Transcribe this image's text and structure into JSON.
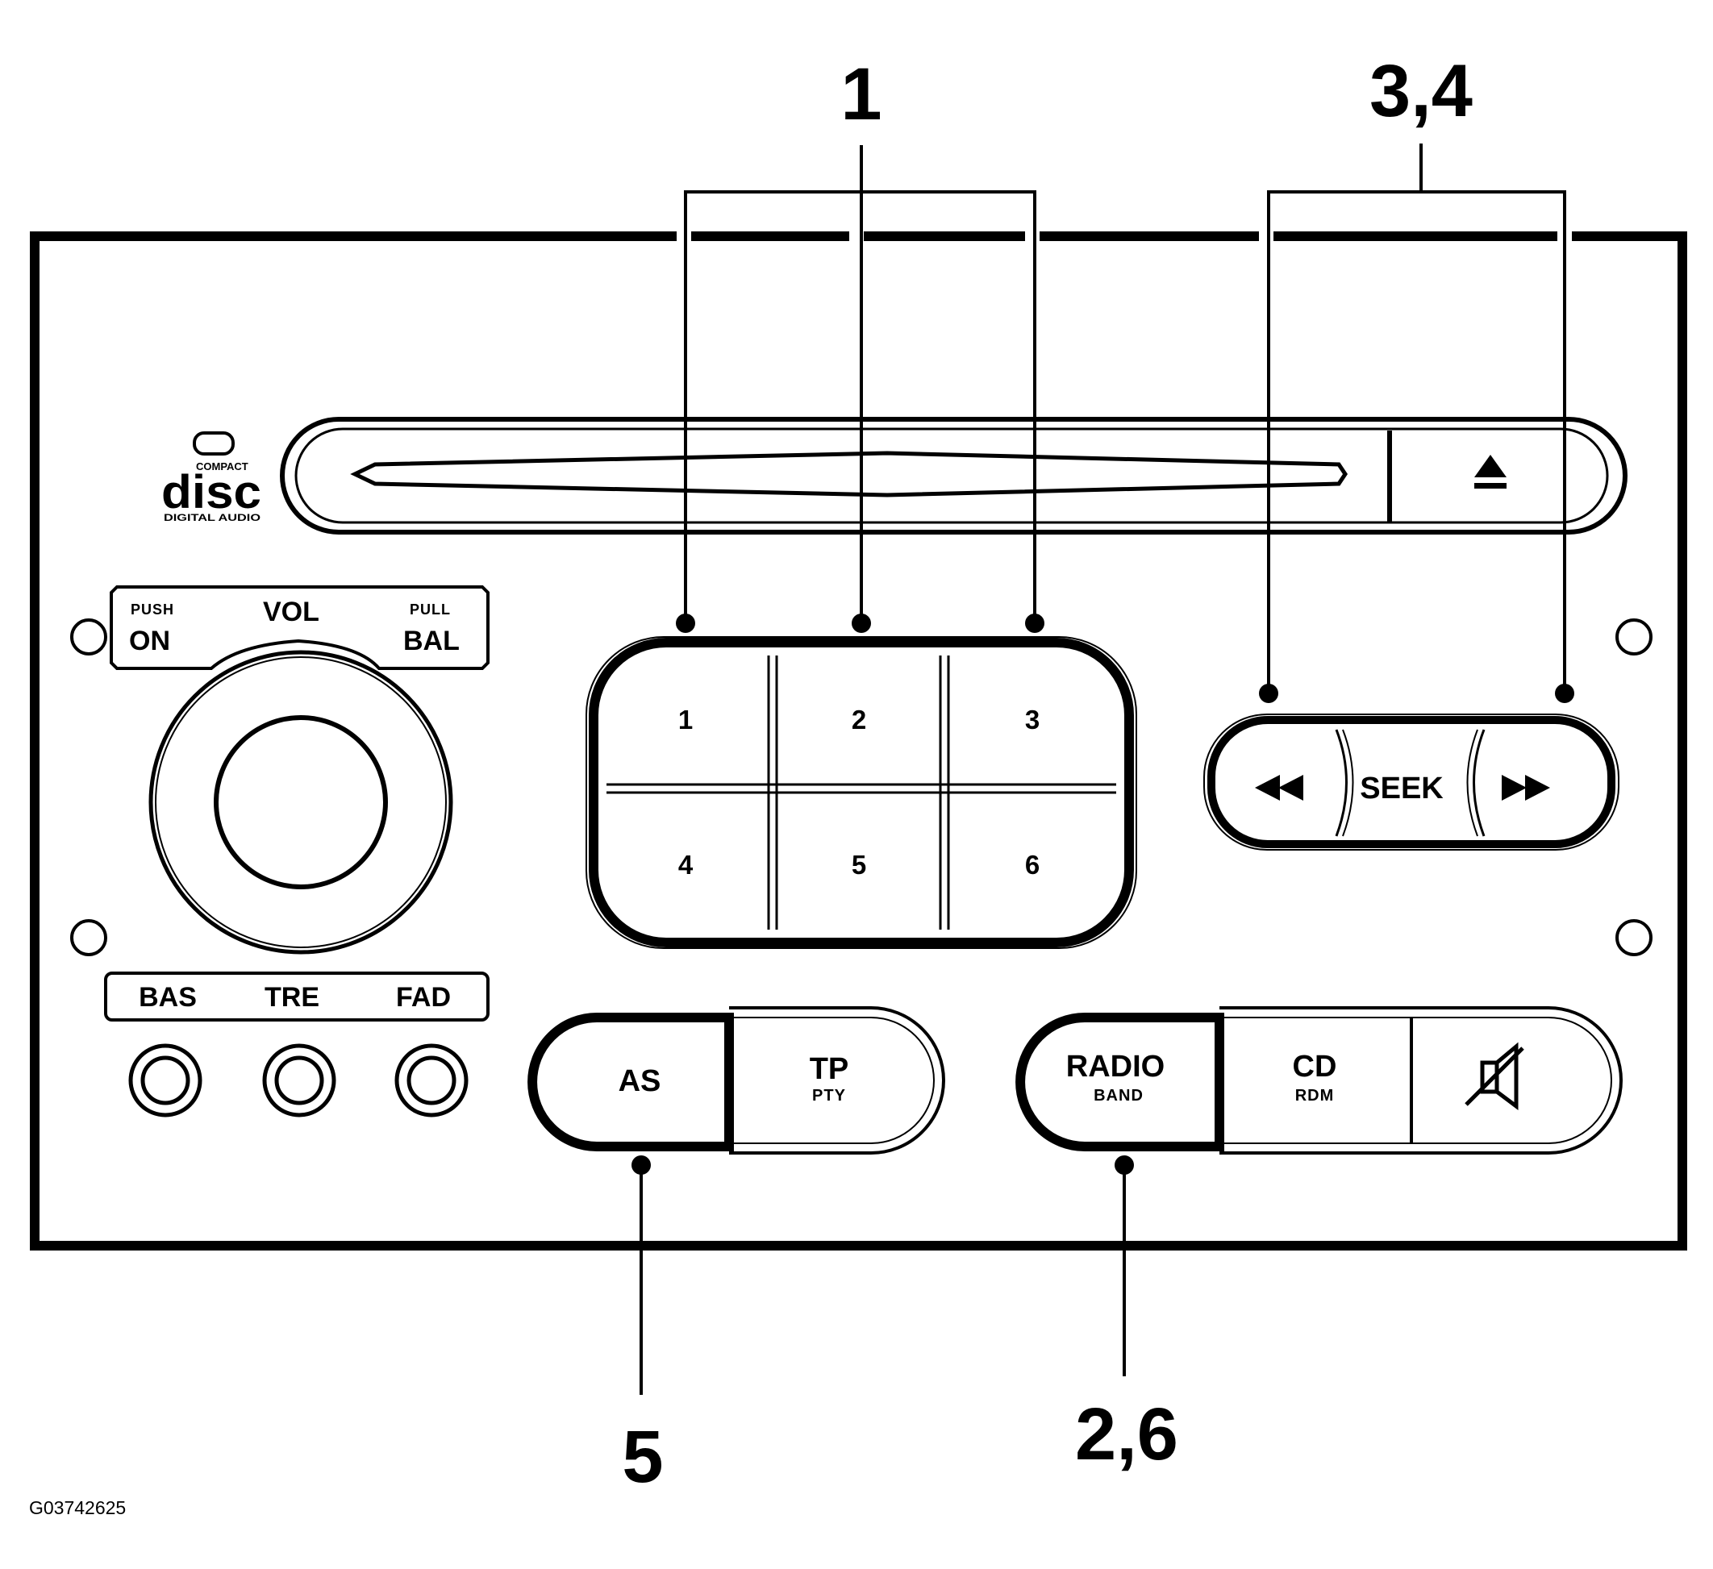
{
  "callouts": {
    "presets": "1",
    "seek": "3,4",
    "as": "5",
    "radio": "2,6"
  },
  "cd_logo": {
    "top": "COMPACT",
    "main": "disc",
    "bottom": "DIGITAL AUDIO"
  },
  "eject_icon": "eject-icon",
  "volume": {
    "push": "PUSH",
    "on": "ON",
    "vol": "VOL",
    "pull": "PULL",
    "bal": "BAL"
  },
  "tone_knobs": [
    "BAS",
    "TRE",
    "FAD"
  ],
  "presets": [
    "1",
    "2",
    "3",
    "4",
    "5",
    "6"
  ],
  "seek": {
    "label": "SEEK",
    "back_icon": "rewind-icon",
    "forward_icon": "fast-forward-icon"
  },
  "as_button": {
    "main": "AS"
  },
  "tp_button": {
    "main": "TP",
    "sub": "PTY"
  },
  "radio_button": {
    "main": "RADIO",
    "sub": "BAND"
  },
  "cd_button": {
    "main": "CD",
    "sub": "RDM"
  },
  "mute_icon": "mute-icon",
  "figure_id": "G03742625"
}
